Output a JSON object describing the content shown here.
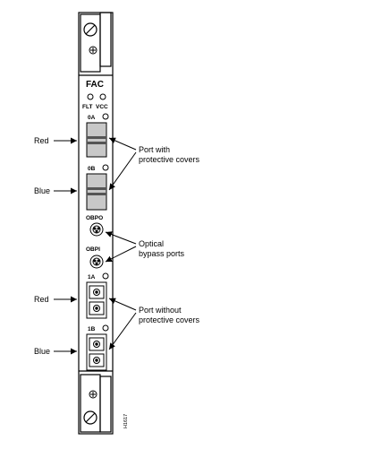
{
  "card": {
    "title": "FAC",
    "led_flt": "FLT",
    "led_vcc": "VCC",
    "port_0a": "0A",
    "port_0b": "0B",
    "port_obpo": "OBPO",
    "port_obpi": "OBPI",
    "port_1a": "1A",
    "port_1b": "1B",
    "figure_id": "H1617"
  },
  "labels": {
    "red_top": "Red",
    "blue_top": "Blue",
    "red_bottom": "Red",
    "blue_bottom": "Blue",
    "port_with_covers_line1": "Port with",
    "port_with_covers_line2": "protective covers",
    "optical_line1": "Optical",
    "optical_line2": "bypass ports",
    "port_without_covers_line1": "Port without",
    "port_without_covers_line2": "protective covers"
  }
}
